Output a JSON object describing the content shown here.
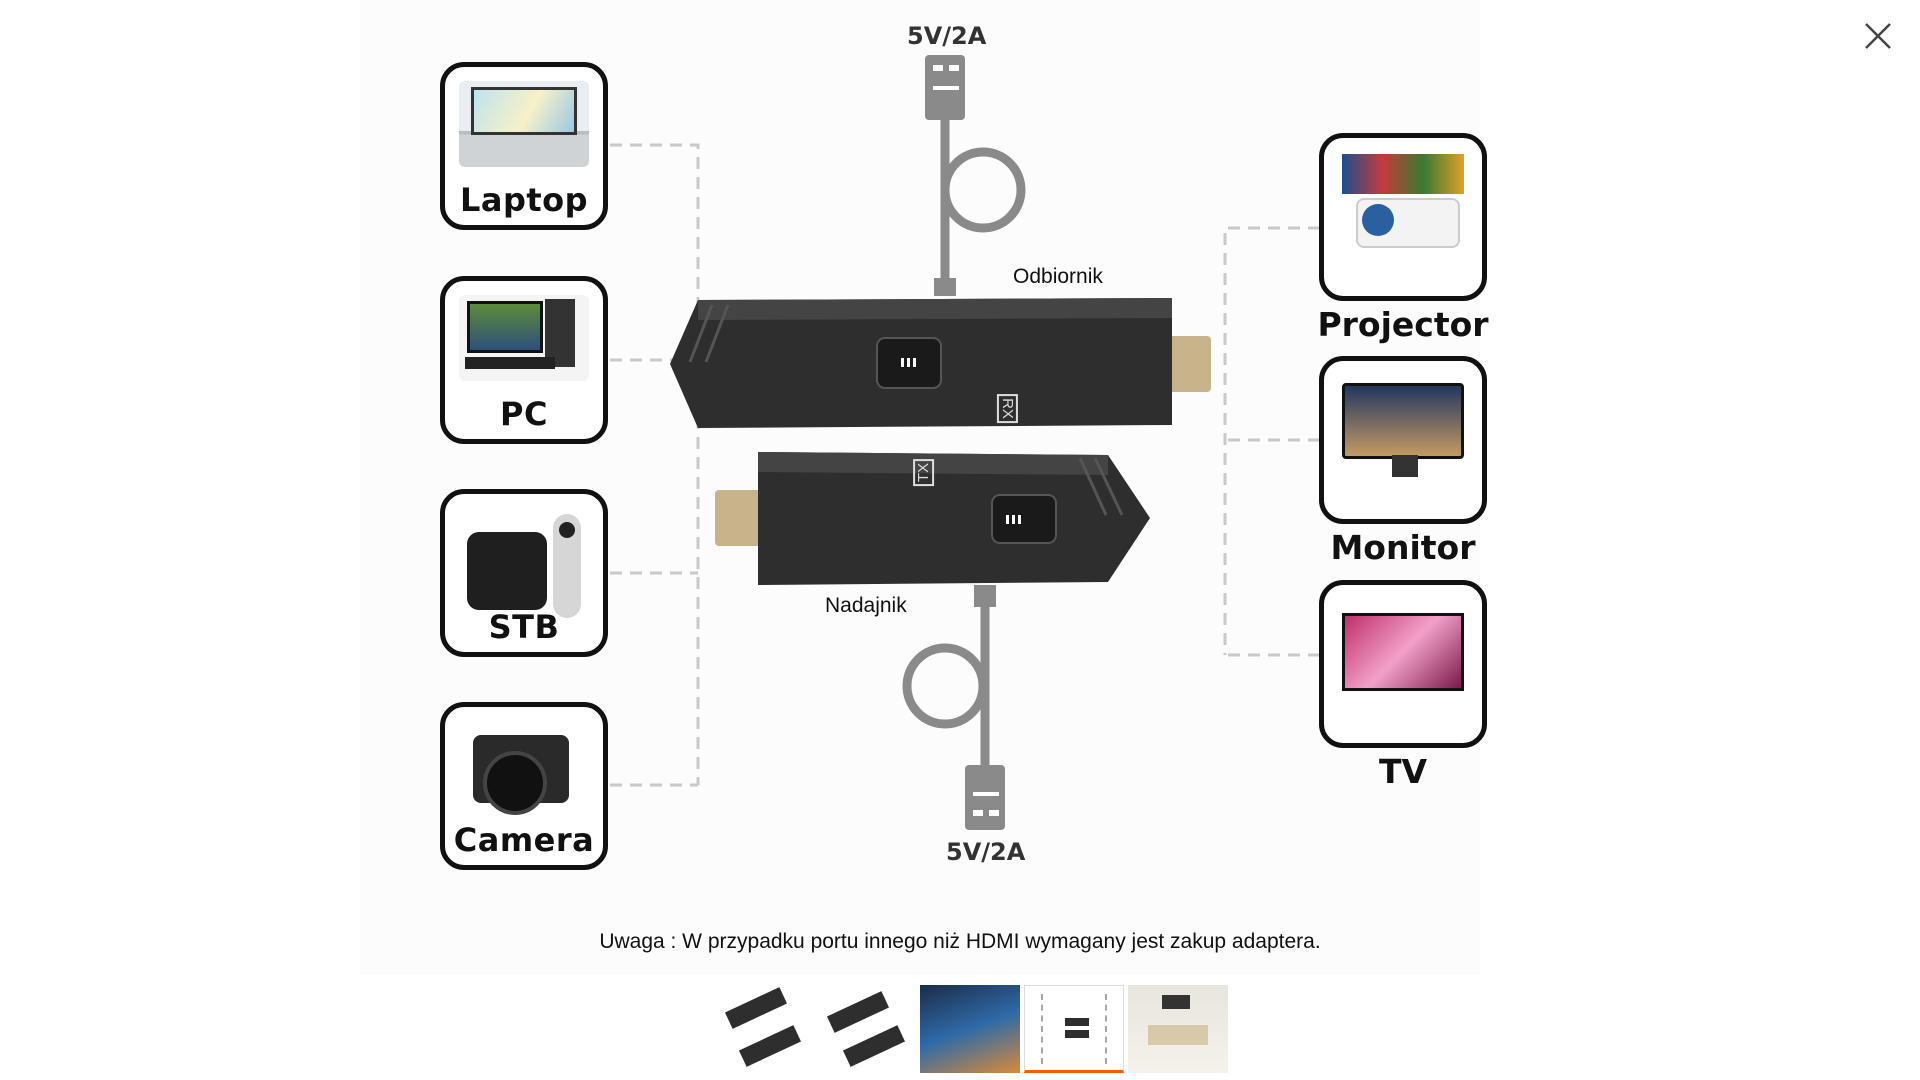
{
  "viewer": {
    "close_label": "×"
  },
  "diagram": {
    "top_voltage": "5V/2A",
    "bottom_voltage": "5V/2A",
    "receiver_label": "Odbiornik",
    "transmitter_label": "Nadajnik",
    "rx_mark": "RX",
    "tx_mark": "TX",
    "sources": [
      {
        "label": "Laptop",
        "icon": "laptop-icon"
      },
      {
        "label": "PC",
        "icon": "pc-icon"
      },
      {
        "label": "STB",
        "icon": "stb-icon"
      },
      {
        "label": "Camera",
        "icon": "camera-icon"
      }
    ],
    "outputs": [
      {
        "label": "Projector",
        "icon": "projector-icon"
      },
      {
        "label": "Monitor",
        "icon": "monitor-icon"
      },
      {
        "label": "TV",
        "icon": "tv-icon"
      }
    ]
  },
  "note": "Uwaga : W przypadku portu innego niż HDMI wymagany jest zakup adaptera.",
  "thumbnails": [
    {
      "name": "thumb-1",
      "active": false
    },
    {
      "name": "thumb-2",
      "active": false
    },
    {
      "name": "thumb-3",
      "active": false
    },
    {
      "name": "thumb-4",
      "active": true
    },
    {
      "name": "thumb-5",
      "active": false
    }
  ],
  "colors": {
    "accent": "#ff5a00",
    "dashed_line": "#c9c9c9",
    "cable": "#8a8a8a",
    "device_body": "#2e2e2e",
    "hdmi_plug": "#c8b48a"
  }
}
